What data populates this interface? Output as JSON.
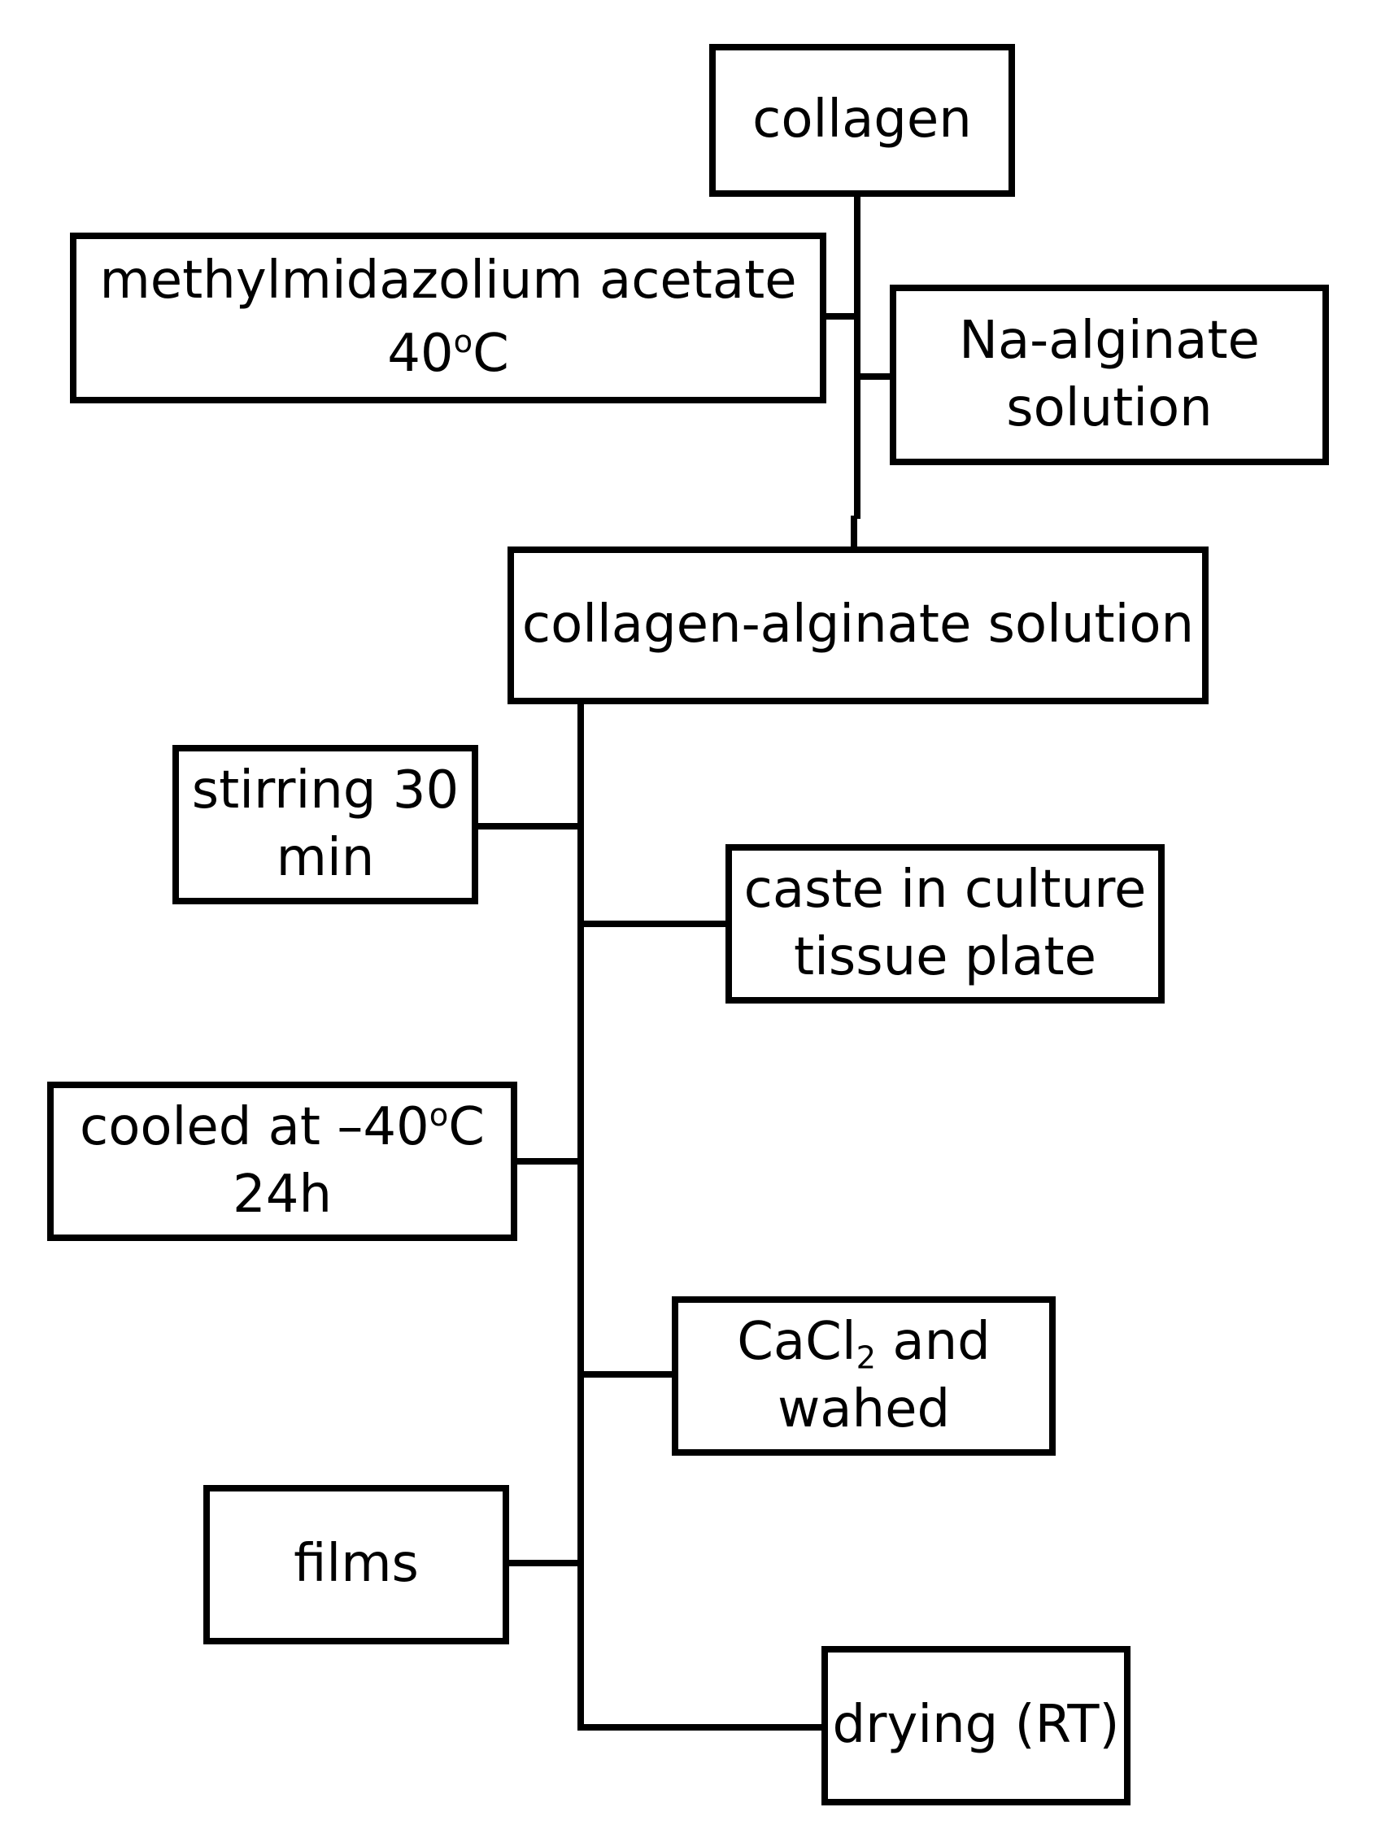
{
  "diagram": {
    "nodes": {
      "collagen": {
        "lines": [
          "collagen"
        ]
      },
      "solvent": {
        "line1": "methylmidazolium acetate",
        "temp_value": "40",
        "temp_sup": "o",
        "temp_unit": "C"
      },
      "alginate": {
        "lines": [
          "Na-alginate",
          "solution"
        ]
      },
      "mixture": {
        "lines": [
          "collagen-alginate solution"
        ]
      },
      "stirring": {
        "lines": [
          "stirring 30",
          "min"
        ]
      },
      "casting": {
        "lines": [
          "caste in culture",
          "tissue plate"
        ]
      },
      "cooling": {
        "line1_prefix": "cooled at –40",
        "line1_sup": "o",
        "line1_suffix": "C",
        "line2": "24h"
      },
      "crosslink": {
        "line1_prefix": "CaCl",
        "line1_sub": "2",
        "line1_suffix": " and",
        "line2": "wahed"
      },
      "films": {
        "lines": [
          "films"
        ]
      },
      "drying": {
        "lines": [
          "drying (RT)"
        ]
      }
    }
  }
}
